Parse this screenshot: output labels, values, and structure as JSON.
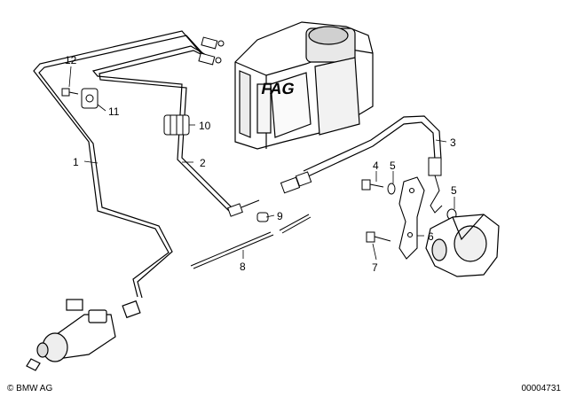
{
  "callouts": {
    "c1": "1",
    "c2": "2",
    "c3": "3",
    "c4": "4",
    "c5a": "5",
    "c5b": "5",
    "c6": "6",
    "c7": "7",
    "c8": "8",
    "c9": "9",
    "c10": "10",
    "c11": "11",
    "c12": "12"
  },
  "unit_label": "FAG",
  "footer": {
    "copyright": "© BMW AG",
    "doc_number": "00004731"
  }
}
